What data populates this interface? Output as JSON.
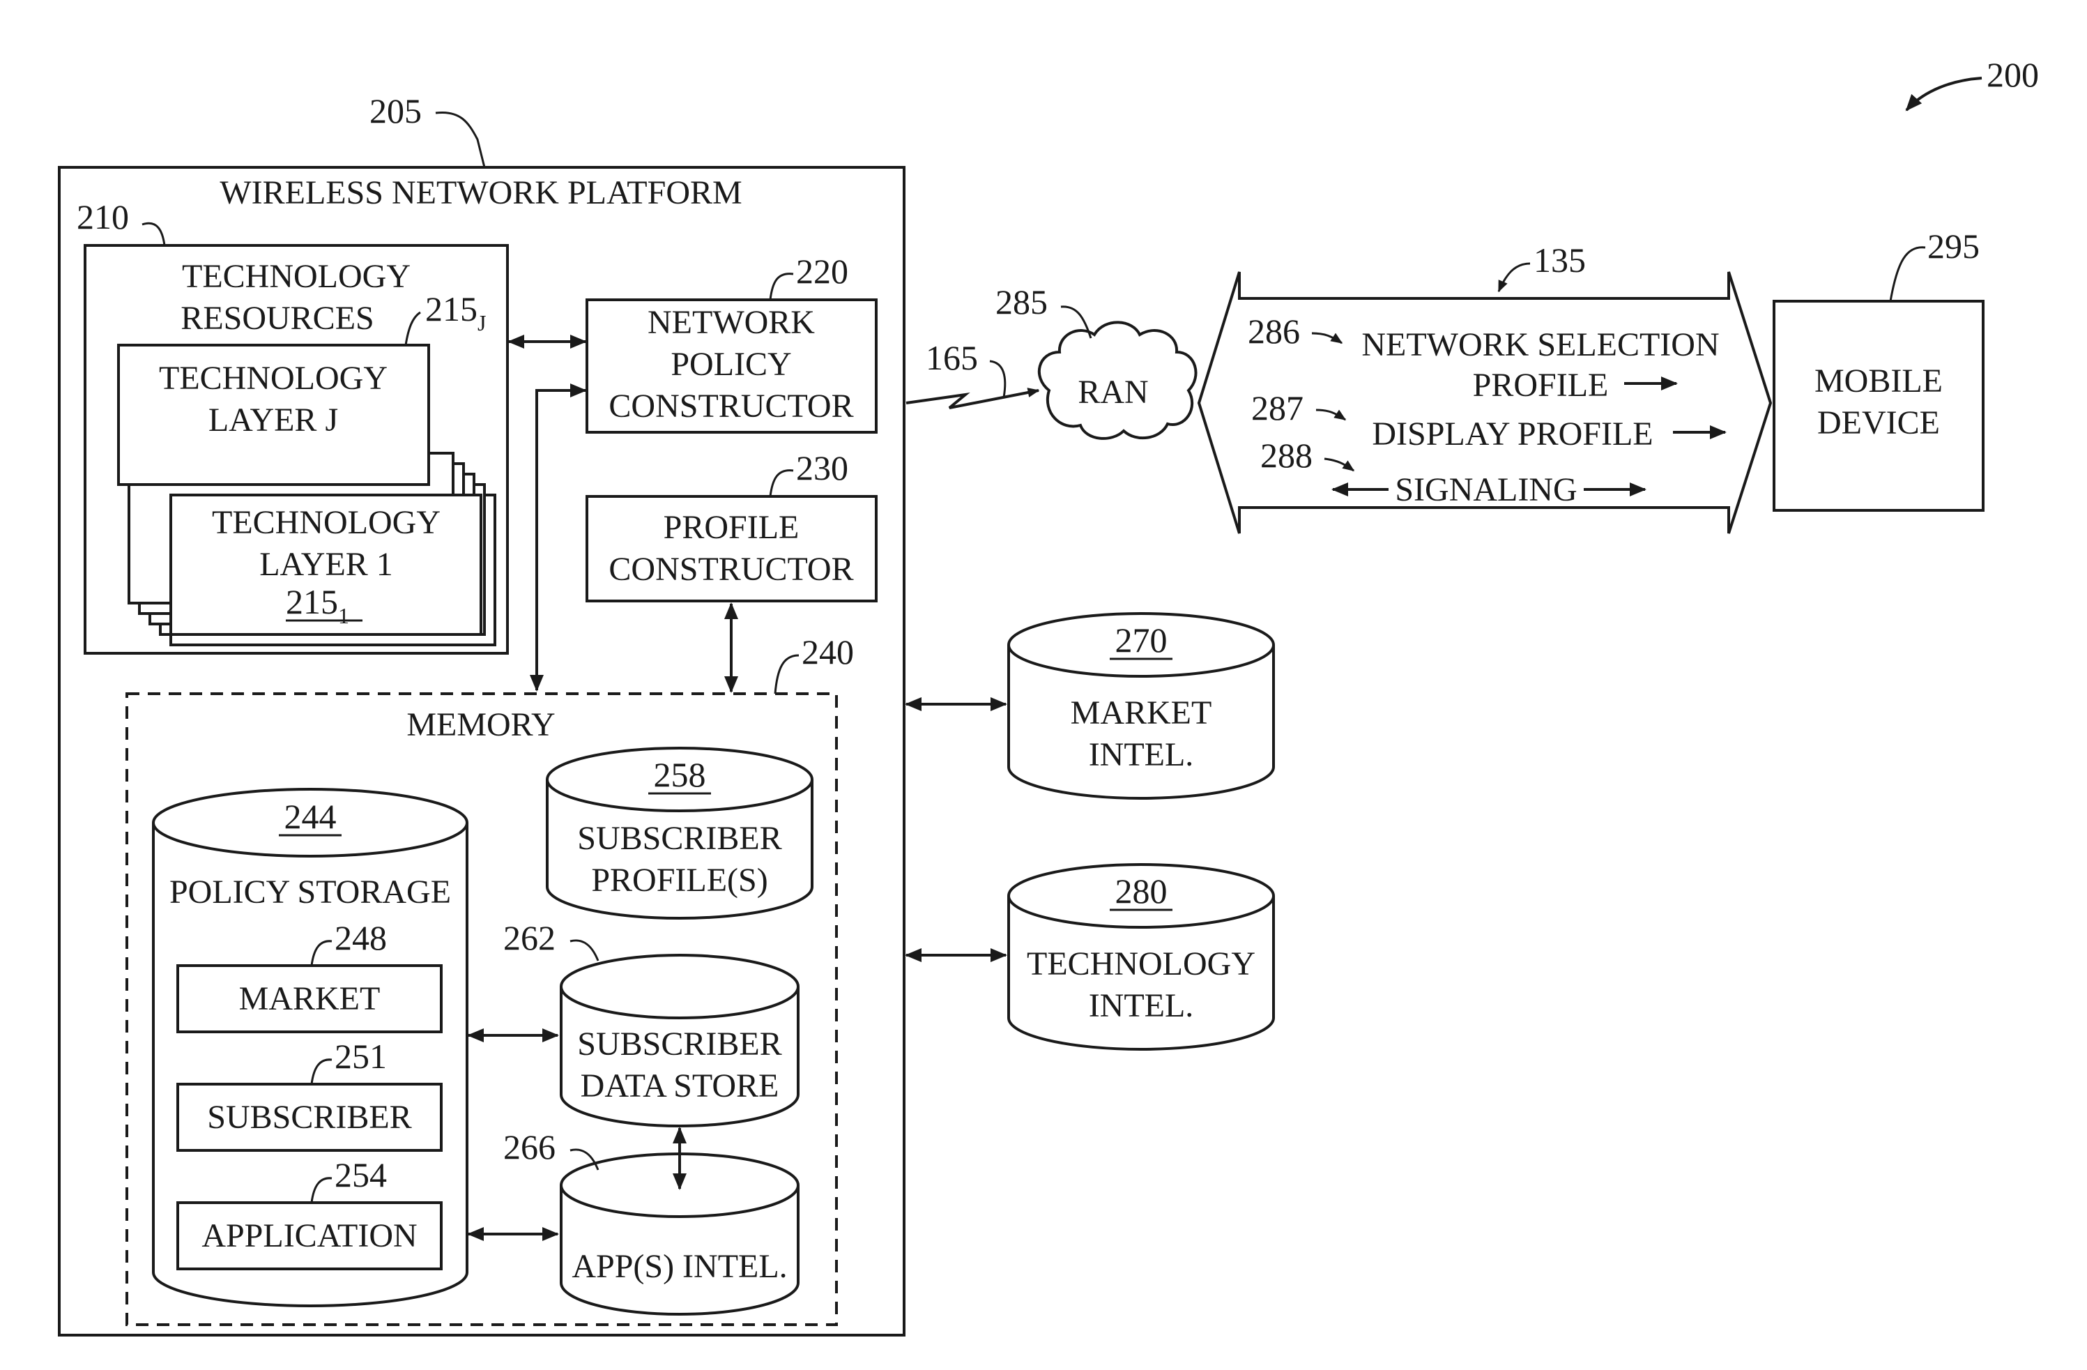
{
  "refs": {
    "r200": "200",
    "r205": "205",
    "r210": "210",
    "r215j": "215",
    "r215j_sub": "J",
    "r220": "220",
    "r230": "230",
    "r240": "240",
    "r244": "244",
    "r248": "248",
    "r251": "251",
    "r254": "254",
    "r258": "258",
    "r262": "262",
    "r266": "266",
    "r270": "270",
    "r280": "280",
    "r285": "285",
    "r165": "165",
    "r135": "135",
    "r286": "286",
    "r287": "287",
    "r288": "288",
    "r295": "295",
    "r2151": "215",
    "r2151_sub": "1"
  },
  "platform": {
    "title": "WIRELESS NETWORK PLATFORM"
  },
  "tech_resources": {
    "line1": "TECHNOLOGY",
    "line2": "RESOURCES"
  },
  "layer_j": {
    "line1": "TECHNOLOGY",
    "line2": "LAYER J"
  },
  "layer_1": {
    "line1": "TECHNOLOGY",
    "line2": "LAYER 1"
  },
  "npc": {
    "line1": "NETWORK",
    "line2": "POLICY",
    "line3": "CONSTRUCTOR"
  },
  "pc": {
    "line1": "PROFILE",
    "line2": "CONSTRUCTOR"
  },
  "memory": {
    "title": "MEMORY"
  },
  "policy_storage": {
    "title": "POLICY STORAGE",
    "market": "MARKET",
    "subscriber": "SUBSCRIBER",
    "application": "APPLICATION"
  },
  "sub_profiles": {
    "line1": "SUBSCRIBER",
    "line2": "PROFILE(S)"
  },
  "sub_datastore": {
    "line1": "SUBSCRIBER",
    "line2": "DATA STORE"
  },
  "apps_intel": {
    "line1": "APP(S) INTEL."
  },
  "market_intel": {
    "line1": "MARKET",
    "line2": "INTEL."
  },
  "tech_intel": {
    "line1": "TECHNOLOGY",
    "line2": "INTEL."
  },
  "ran": {
    "label": "RAN"
  },
  "link": {
    "nsp_line1": "NETWORK SELECTION",
    "nsp_line2": "PROFILE",
    "display": "DISPLAY PROFILE",
    "signaling": "SIGNALING"
  },
  "mobile": {
    "line1": "MOBILE",
    "line2": "DEVICE"
  }
}
